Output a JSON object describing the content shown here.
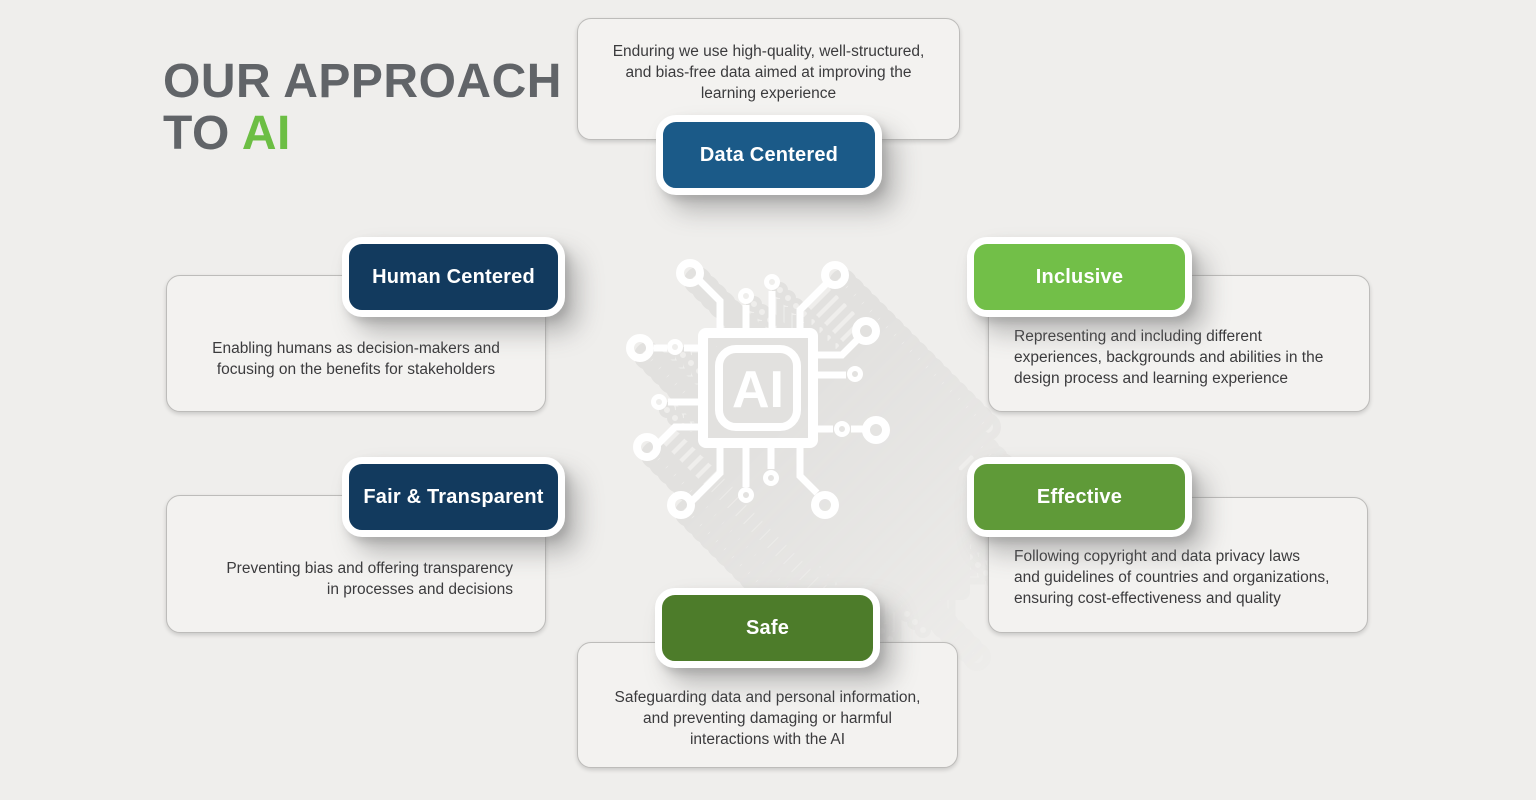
{
  "title": {
    "line1": "OUR APPROACH",
    "line2_prefix": "TO ",
    "line2_accent": "AI"
  },
  "colors": {
    "page-bg": "#efeeec",
    "card-bg": "#f3f2f0",
    "card-border": "#bdbcba",
    "title-gray": "#616468",
    "accent-green": "#6cbe44",
    "body-text": "#3b3b3d",
    "badge-text": "#ffffff",
    "icon-white": "#ffffff",
    "icon-shadow": "#e2e1df"
  },
  "center_icon": {
    "name": "ai-chip-icon",
    "chip_label": "AI"
  },
  "principles": [
    {
      "id": "data-centered",
      "label": "Data Centered",
      "badge_color": "#1b5a88",
      "description": "Enduring we use high-quality, well-structured,\nand bias-free data aimed at improving the\nlearning experience"
    },
    {
      "id": "human-centered",
      "label": "Human Centered",
      "badge_color": "#123a5e",
      "description": "Enabling humans as decision-makers and\nfocusing on the benefits for stakeholders"
    },
    {
      "id": "fair-transparent",
      "label": "Fair & Transparent",
      "badge_color": "#123a5e",
      "description": "Preventing bias and offering transparency\nin processes and decisions"
    },
    {
      "id": "inclusive",
      "label": "Inclusive",
      "badge_color": "#72bf48",
      "description": "Representing and including different\nexperiences, backgrounds and abilities in the\ndesign process and learning experience"
    },
    {
      "id": "effective",
      "label": "Effective",
      "badge_color": "#5f9a38",
      "description": "Following copyright and data privacy laws\nand guidelines of countries and organizations,\nensuring cost-effectiveness and quality"
    },
    {
      "id": "safe",
      "label": "Safe",
      "badge_color": "#4d7c2a",
      "description": "Safeguarding data and personal information,\nand preventing damaging or harmful\ninteractions with the AI"
    }
  ]
}
